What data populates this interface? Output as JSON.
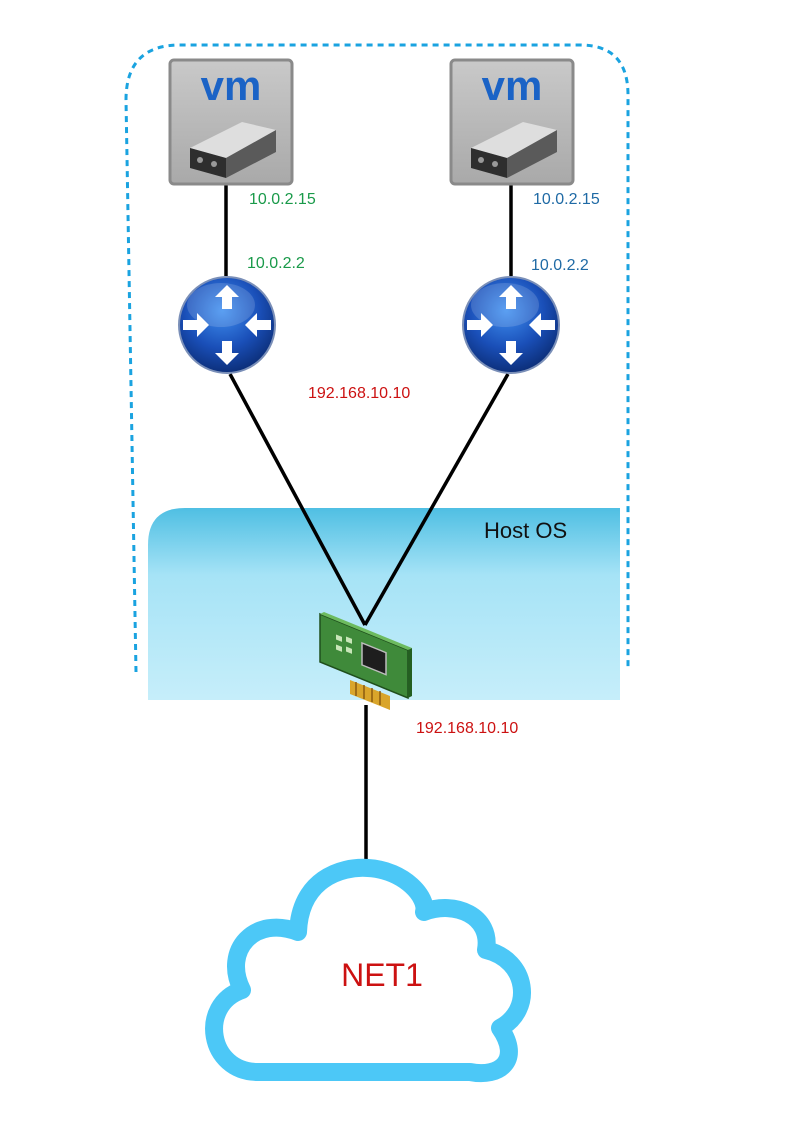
{
  "vms": [
    {
      "logo_text": "vm",
      "ip": "10.0.2.15",
      "gateway": "10.0.2.2",
      "label_color": "#1a9a4a"
    },
    {
      "logo_text": "vm",
      "ip": "10.0.2.15",
      "gateway": "10.0.2.2",
      "label_color": "#1f6aa5"
    }
  ],
  "nat_address": "192.168.10.10",
  "host": {
    "label": "Host OS"
  },
  "nic": {
    "ip": "192.168.10.10"
  },
  "network": {
    "label": "NET1"
  },
  "colors": {
    "boundary": "#1aa3e0",
    "host_fill_top": "#5cc4e6",
    "host_fill_bottom": "#c8effa",
    "cloud": "#4cc8f7",
    "red_text": "#cc1111",
    "link": "#000000"
  },
  "icons": [
    "vm-server-icon",
    "router-icon",
    "network-card-icon",
    "cloud-icon"
  ]
}
